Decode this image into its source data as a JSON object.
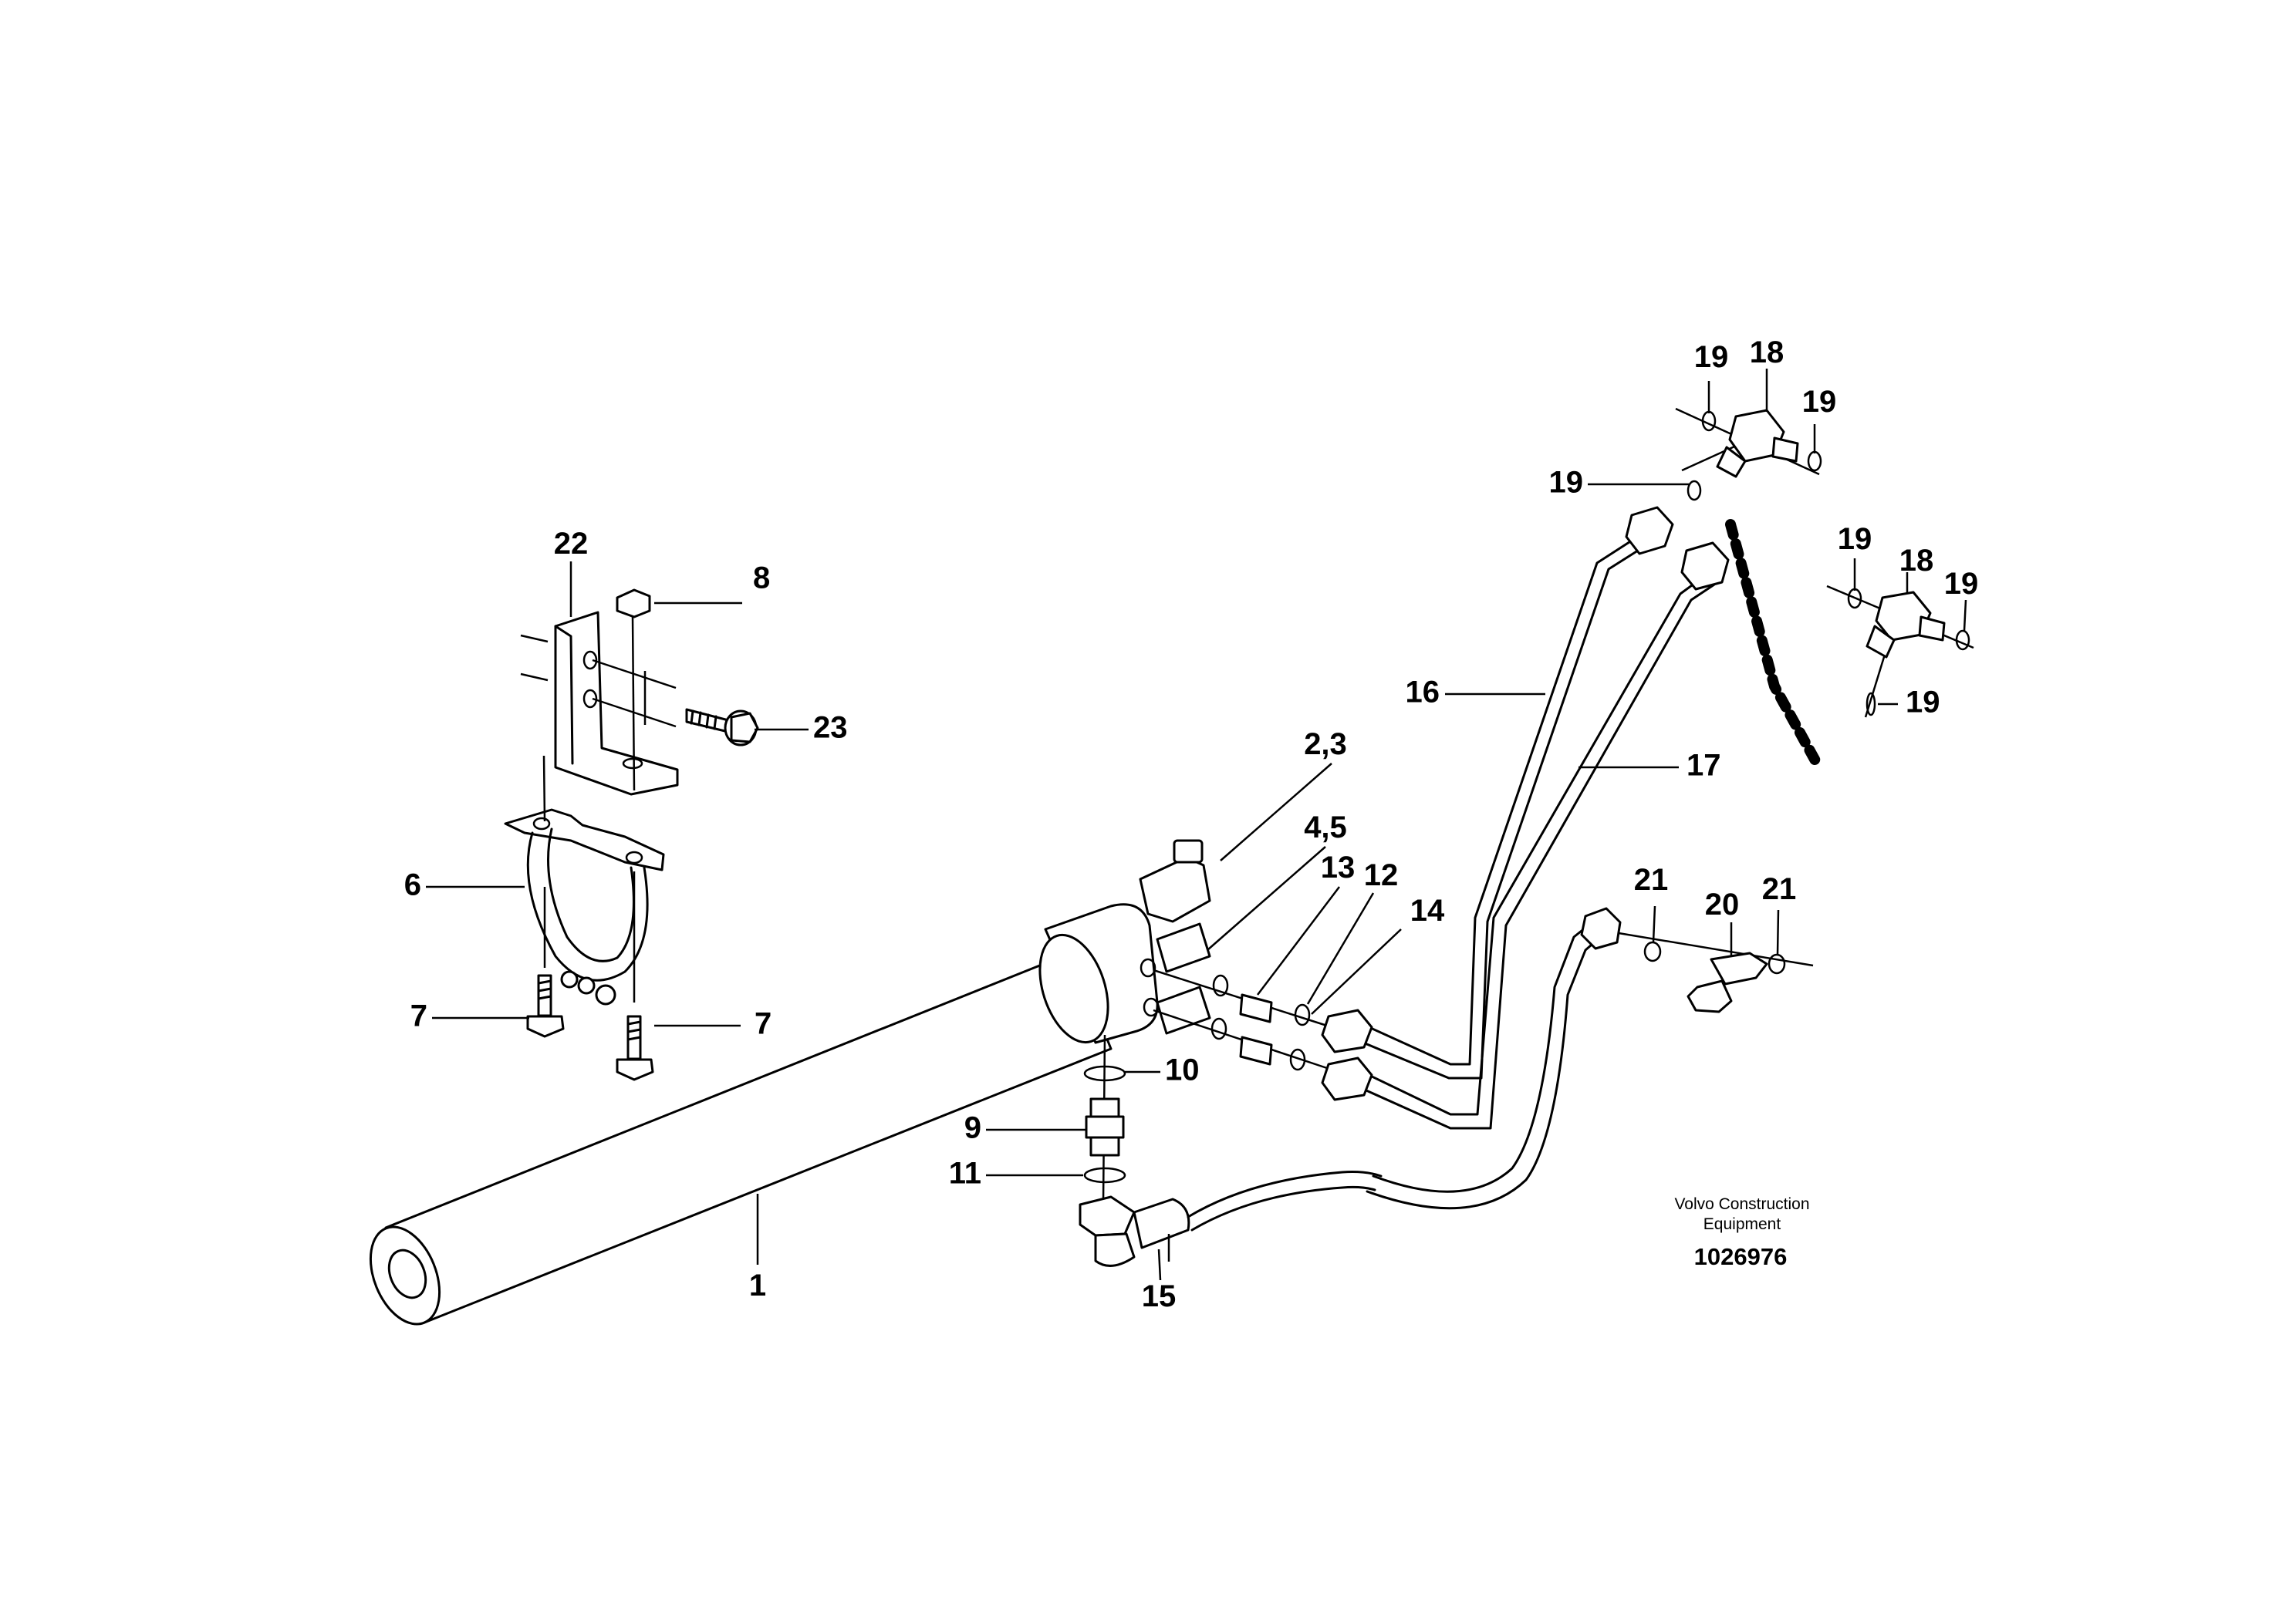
{
  "labels": {
    "l1": "1",
    "l23": "2,3",
    "l45": "4,5",
    "l6": "6",
    "l7a": "7",
    "l7b": "7",
    "l8": "8",
    "l9": "9",
    "l10": "10",
    "l11": "11",
    "l12": "12",
    "l13": "13",
    "l14": "14",
    "l15": "15",
    "l16": "16",
    "l17": "17",
    "l18a": "18",
    "l18b": "18",
    "l19a": "19",
    "l19b": "19",
    "l19c": "19",
    "l19d": "19",
    "l19e": "19",
    "l19f": "19",
    "l20": "20",
    "l21a": "21",
    "l21b": "21",
    "l22": "22",
    "l23b": "23"
  },
  "footer": {
    "brand_line1": "Volvo Construction",
    "brand_line2": "Equipment",
    "doc_number": "1026976"
  }
}
